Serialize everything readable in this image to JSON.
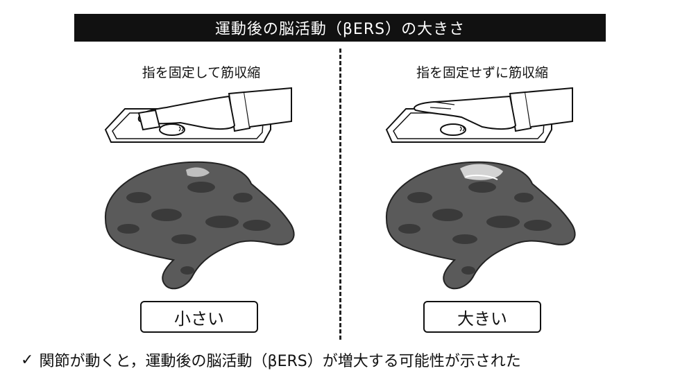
{
  "title": "運動後の脳活動（βERS）の大きさ",
  "panels": [
    {
      "caption": "指を固定して筋収縮",
      "result": "小さい"
    },
    {
      "caption": "指を固定せずに筋収縮",
      "result": "大きい"
    }
  ],
  "conclusion": {
    "icon": "check-icon",
    "text": "関節が動くと，運動後の脳活動（βERS）が増大する可能性が示された"
  },
  "colors": {
    "title_bg": "#111111",
    "title_text": "#ffffff",
    "brain_fill": "#5a5a5a",
    "brain_spots": "#3a3a3a"
  }
}
